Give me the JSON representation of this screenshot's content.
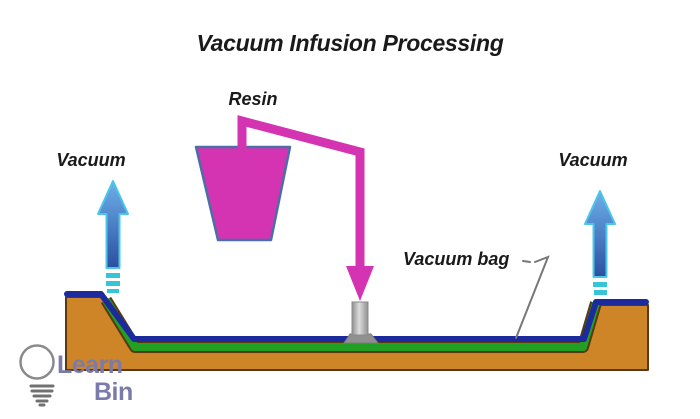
{
  "title": "Vacuum Infusion Processing",
  "labels": {
    "resin": "Resin",
    "vacuum_left": "Vacuum",
    "vacuum_right": "Vacuum",
    "vacuum_bag": "Vacuum bag"
  },
  "logo": {
    "line1": "Learn",
    "line2": "Bin"
  },
  "diagram_parts": {
    "resin_container": "resin supply funnel",
    "resin_feed_tube": "resin feed line with downward arrow",
    "injection_port": "resin inlet port on vacuum bag",
    "mold": "mold tool (cross-section)",
    "laminate": "fiber laminate layer",
    "vacuum_bag": "vacuum bag film",
    "vacuum_arrows": "vacuum extraction direction arrows"
  },
  "colors": {
    "text_black": "#1a1a1a",
    "resin_magenta": "#d433b2",
    "funnel_border": "#4a6fa8",
    "mold_orange": "#cd8527",
    "mold_border": "#59390f",
    "laminate_green": "#22a023",
    "bag_navy": "#1c2a9c",
    "arrow_blue_top": "#6db0ea",
    "arrow_blue_bottom": "#2b4fa0",
    "arrow_outline_cyan": "#49c7e8",
    "arrow_dash_cyan": "#35c4d8",
    "port_gray_dark": "#909090",
    "port_gray_light": "#dcdcdc",
    "leader_gray": "#777777",
    "logo_purple": "#7b7bab",
    "bulb_gray": "#8a8a8a"
  }
}
